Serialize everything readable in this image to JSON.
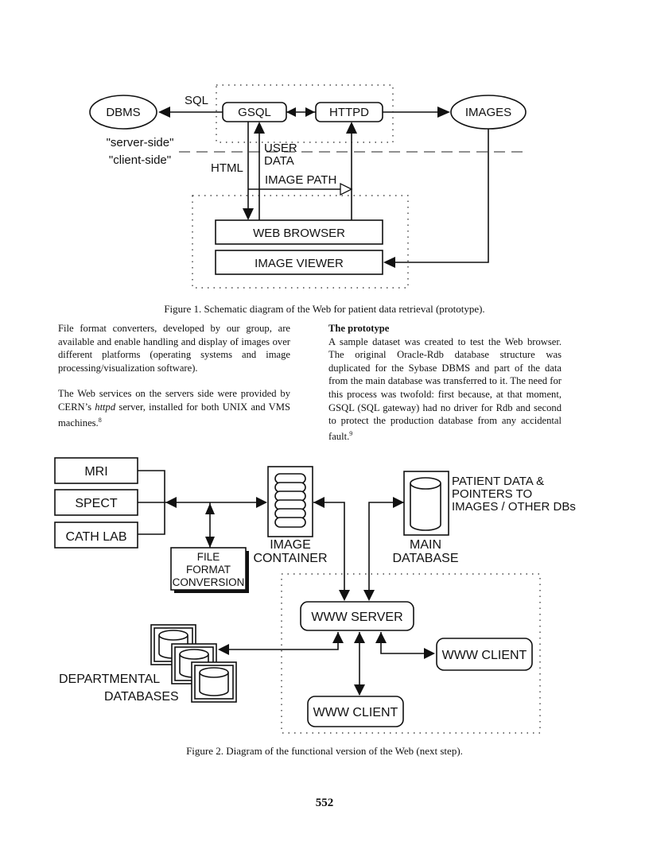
{
  "figure1": {
    "dbms": "DBMS",
    "gsql": "GSQL",
    "httpd": "HTTPD",
    "images": "IMAGES",
    "sql": "SQL",
    "server_side": "\"server-side\"",
    "client_side": "\"client-side\"",
    "html": "HTML",
    "user": "USER",
    "data": "DATA",
    "image_path": "IMAGE PATH",
    "web_browser": "WEB BROWSER",
    "image_viewer": "IMAGE VIEWER",
    "caption": "Figure 1. Schematic diagram of the Web for patient data retrieval (prototype)."
  },
  "text": {
    "left_p1": "File format converters, developed by our group, are available and enable handling and display of images over different platforms (operating systems and image processing/visualization software).",
    "left_p2_a": "The Web services on the servers side were provided by CERN’s ",
    "left_p2_em": "httpd",
    "left_p2_b": " server, installed for both UNIX and VMS machines.",
    "left_p2_sup": "8",
    "right_heading": "The prototype",
    "right_p": "A sample dataset was created to test the Web browser. The original Oracle-Rdb database structure was duplicated for the Sybase DBMS and part of the data from the main database was transferred to it. The need for this process was twofold: first because, at that moment, GSQL (SQL gateway) had no driver for Rdb and second to protect the production database from any accidental fault.",
    "right_p_sup": "9"
  },
  "figure2": {
    "mri": "MRI",
    "spect": "SPECT",
    "cath_lab": "CATH LAB",
    "file_1": "FILE",
    "file_2": "FORMAT",
    "file_3": "CONVERSION",
    "image_1": "IMAGE",
    "image_2": "CONTAINER",
    "main_1": "MAIN",
    "main_2": "DATABASE",
    "patient_1": "PATIENT DATA &",
    "patient_2": "POINTERS TO",
    "patient_3": "IMAGES / OTHER DBs",
    "www_server": "WWW SERVER",
    "www_client_right": "WWW CLIENT",
    "www_client_bottom": "WWW CLIENT",
    "dept_1": "DEPARTMENTAL",
    "dept_2": "DATABASES",
    "caption": "Figure 2. Diagram of the functional version of the Web (next step)."
  },
  "page_number": "552"
}
